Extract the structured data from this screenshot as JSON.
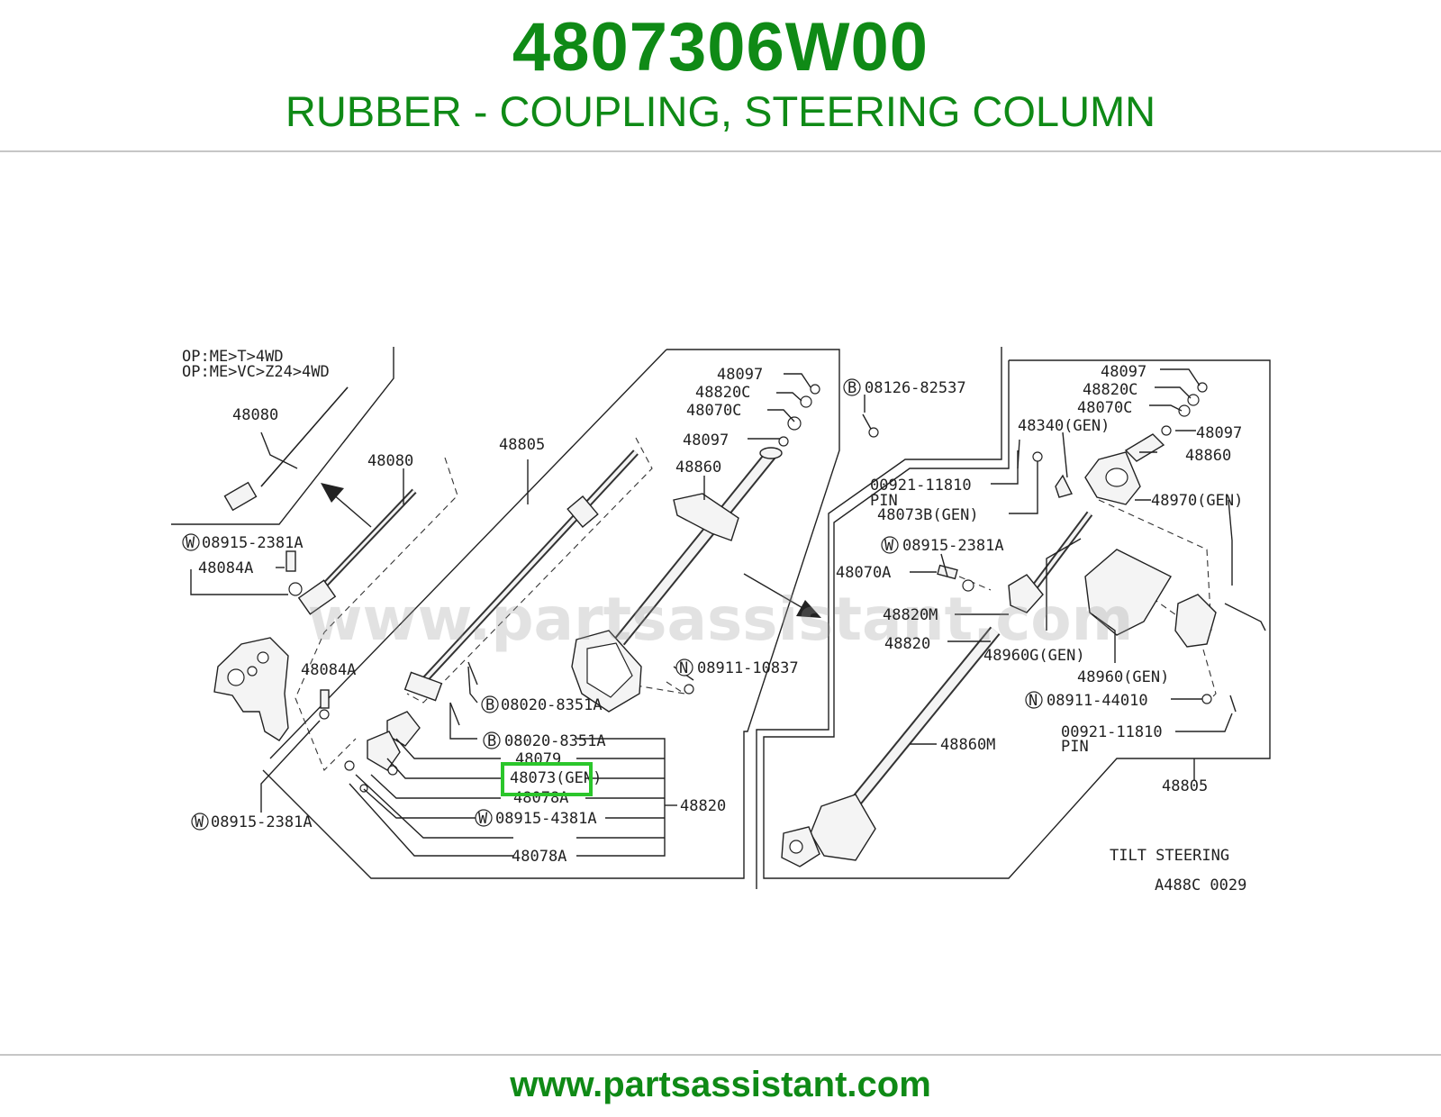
{
  "header": {
    "part_number": "4807306W00",
    "description": "RUBBER - COUPLING, STEERING COLUMN"
  },
  "footer": {
    "url": "www.partsassistant.com"
  },
  "watermark": "www.partsassistant.com",
  "colors": {
    "brand_green": "#0f8a16",
    "highlight_green": "#2bc62b"
  },
  "diagram": {
    "option_line_1": "OP:ME>T>4WD",
    "option_line_2": "OP:ME>VC>Z24>4WD",
    "callout_b": "B",
    "callout_w": "W",
    "callout_n": "N",
    "labels": {
      "l48080_a": "48080",
      "l48080_b": "48080",
      "w08915_2381a_a": "08915-2381A",
      "l48084a_a": "48084A",
      "l48084a_b": "48084A",
      "w08915_2381a_b": "08915-2381A",
      "l48805_a": "48805",
      "l48097_a": "48097",
      "l48820c_a": "48820C",
      "l48070c_a": "48070C",
      "l48097_b": "48097",
      "l48860_a": "48860",
      "b08126_82537": "08126-82537",
      "n08911_10837": "08911-10837",
      "b08020_8351a_a": "08020-8351A",
      "b08020_8351a_b": "08020-8351A",
      "l48079": "48079",
      "l48073gen": "48073(GEN)",
      "l48078a_a": "48078A",
      "w08915_4381a": "08915-4381A",
      "l48078a_b": "48078A",
      "l48820_a": "48820",
      "l48097_c": "48097",
      "l48820c_b": "48820C",
      "l48070c_b": "48070C",
      "l48097_d": "48097",
      "l48340gen": "48340(GEN)",
      "l48860_b": "48860",
      "l00921_11810_a": "00921-11810",
      "pin_a": "PIN",
      "l48073bgen": "48073B(GEN)",
      "l48970gen": "48970(GEN)",
      "w08915_2381a_c": "08915-2381A",
      "l48070a": "48070A",
      "l48820m": "48820M",
      "l48820_b": "48820",
      "l48960ggen": "48960G(GEN)",
      "l48960gen": "48960(GEN)",
      "n08911_44010": "08911-44010",
      "l00921_11810_b": "00921-11810",
      "pin_b": "PIN",
      "l48860m": "48860M",
      "l48805_b": "48805",
      "tilt_steering": "TILT STEERING",
      "figure_code": "A488C 0029"
    }
  }
}
